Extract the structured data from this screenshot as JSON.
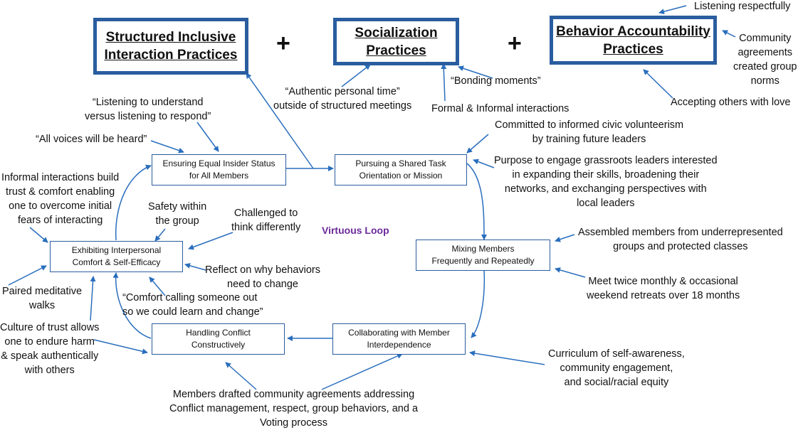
{
  "practices": [
    {
      "id": "structured",
      "label_line1": "Structured Inclusive",
      "label_line2": "Interaction Practices"
    },
    {
      "id": "socialization",
      "label_line1": "Socialization",
      "label_line2": "Practices"
    },
    {
      "id": "behavior",
      "label_line1": "Behavior Accountability",
      "label_line2": "Practices"
    }
  ],
  "operators": {
    "plus1": "+",
    "plus2": "+"
  },
  "center_label": "Virtuous Loop",
  "colors": {
    "box_border": "#2a5d9f",
    "arrow": "#2a6ebd",
    "loop_label": "#6b2a9a"
  },
  "nodes": {
    "ensuring": [
      "Ensuring Equal Insider Status",
      "for All Members"
    ],
    "pursuing": [
      "Pursuing a Shared Task",
      "Orientation or Mission"
    ],
    "mixing": [
      "Mixing Members",
      "Frequently and Repeatedly"
    ],
    "collaborating": [
      "Collaborating with Member",
      "Interdependence"
    ],
    "handling": [
      "Handling Conflict",
      "Constructively"
    ],
    "exhibiting": [
      "Exhibiting Interpersonal",
      "Comfort & Self-Efficacy"
    ]
  },
  "notes": {
    "listening_respectfully": [
      "Listening respectfully"
    ],
    "community_agreements": [
      "Community",
      "agreements",
      "created group",
      "norms"
    ],
    "accepting_others": [
      "Accepting others with love"
    ],
    "bonding": [
      "“Bonding moments”"
    ],
    "formal_informal": [
      "Formal & Informal interactions"
    ],
    "authentic_time": [
      "“Authentic personal time”",
      "outside of structured meetings"
    ],
    "listening_understand": [
      "“Listening to understand",
      "versus listening to respond”"
    ],
    "all_voices": [
      "“All voices will be heard”"
    ],
    "committed": [
      "Committed to informed civic volunteerism",
      "by training future leaders"
    ],
    "purpose": [
      "Purpose to engage grassroots leaders interested",
      "in expanding their skills, broadening their",
      "networks, and exchanging perspectives with",
      "local leaders"
    ],
    "informal_build": [
      "Informal interactions build",
      "trust & comfort enabling",
      "one to overcome initial",
      "fears of interacting"
    ],
    "safety": [
      "Safety within",
      "the group"
    ],
    "challenged": [
      "Challenged to",
      "think differently"
    ],
    "assembled": [
      "Assembled members from underrepresented",
      "groups and protected classes"
    ],
    "reflect": [
      "Reflect on why behaviors",
      "need to change"
    ],
    "paired": [
      "Paired meditative",
      "walks"
    ],
    "meet_twice": [
      "Meet twice monthly & occasional",
      "weekend retreats over 18 months"
    ],
    "comfort_calling": [
      "“Comfort calling someone out",
      "so we could learn and change”"
    ],
    "culture_trust": [
      "Culture of trust allows",
      "one to endure harm",
      "& speak authentically",
      "with others"
    ],
    "curriculum": [
      "Curriculum of self-awareness,",
      "community engagement,",
      "and social/racial equity"
    ],
    "members_drafted": [
      "Members drafted community agreements addressing",
      "Conflict management, respect, group behaviors, and a",
      "Voting process"
    ]
  }
}
